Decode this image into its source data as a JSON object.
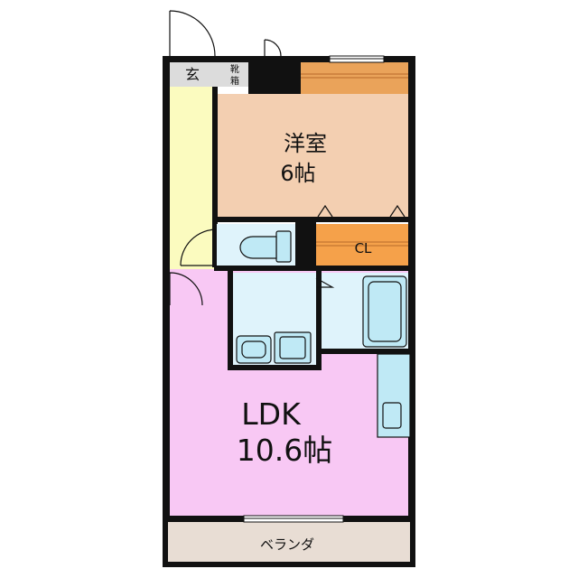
{
  "rooms": {
    "genkan": {
      "label": "玄"
    },
    "shoe_box": {
      "label_line1": "靴",
      "label_line2": "箱"
    },
    "youshitsu": {
      "name": "洋室",
      "size": "6帖"
    },
    "closet": {
      "label": "CL"
    },
    "ldk": {
      "name": "LDK",
      "size": "10.6帖"
    },
    "balcony": {
      "label": "ベランダ"
    }
  },
  "colors": {
    "wall": "#111111",
    "youshitsu": "#f3cfb1",
    "corridor": "#fbfbbf",
    "genkan": "#dcdcdc",
    "ldk": "#f8c8f4",
    "wet_area": "#dff3fb",
    "fixture": "#bfe9f5",
    "closet": "#f5a14a",
    "balcony": "#e8ddd4",
    "storage": "#eaa35a"
  }
}
